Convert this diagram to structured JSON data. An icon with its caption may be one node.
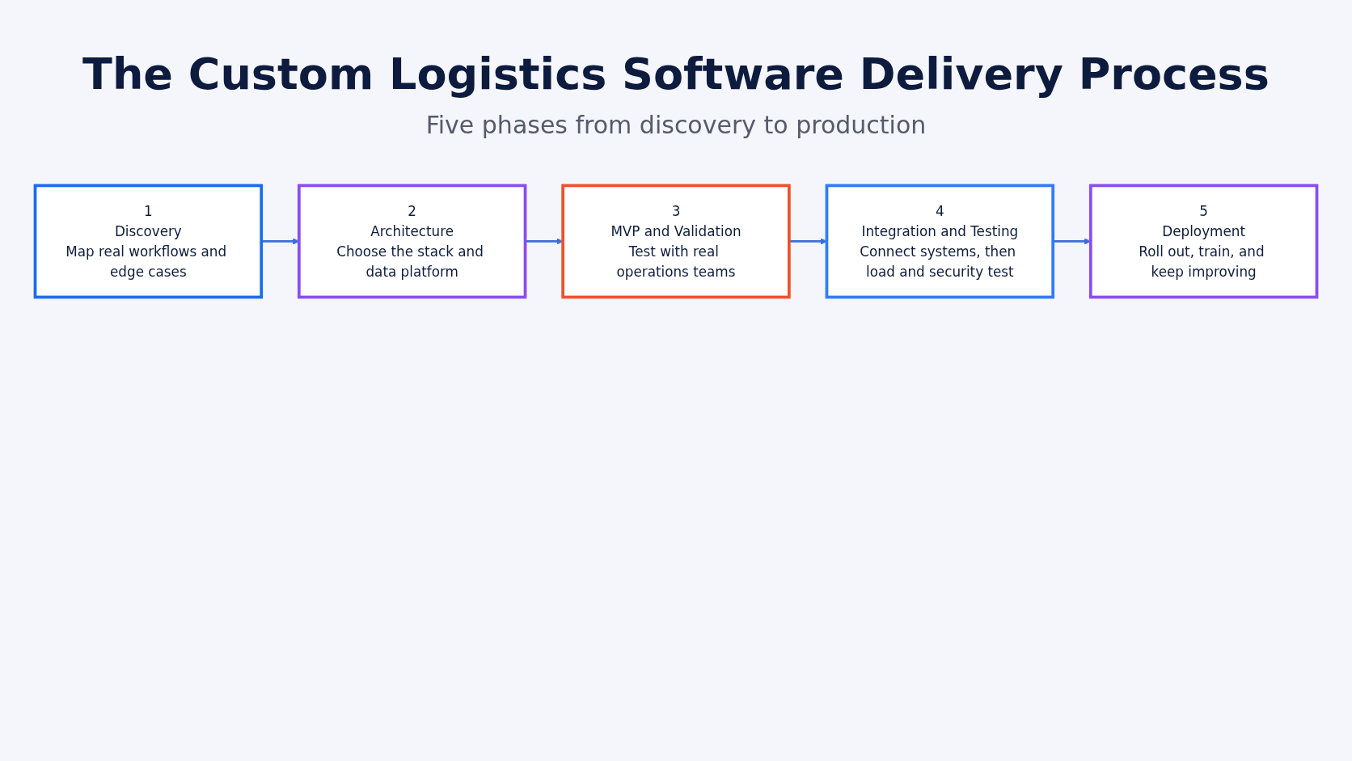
{
  "diagram": {
    "title": "The Custom Logistics Software Delivery Process",
    "nodes": [
      {
        "text": [
          "1",
          "Discovery",
          "Map real workflows and edge cases"
        ]
      },
      {
        "text": [
          "2",
          "Architecture",
          "Choose the stack and data platform"
        ]
      },
      {
        "text": [
          "3",
          "MVP and Validation",
          "Test with real operations teams"
        ]
      },
      {
        "text": [
          "4",
          "Integration and Testing",
          "Connect systems, then load and security test"
        ]
      },
      {
        "text": [
          "5",
          "Deployment",
          "Roll out, train, and keep improving"
        ]
      }
    ],
    "edges": [
      {
        "from": 0,
        "to": 1,
        "arrow": "to"
      },
      {
        "from": 1,
        "to": 2,
        "arrow": "to"
      },
      {
        "from": 2,
        "to": 3,
        "arrow": "to"
      },
      {
        "from": 3,
        "to": 4,
        "arrow": "to"
      }
    ],
    "labels": [
      "Five phases from discovery to production"
    ]
  }
}
